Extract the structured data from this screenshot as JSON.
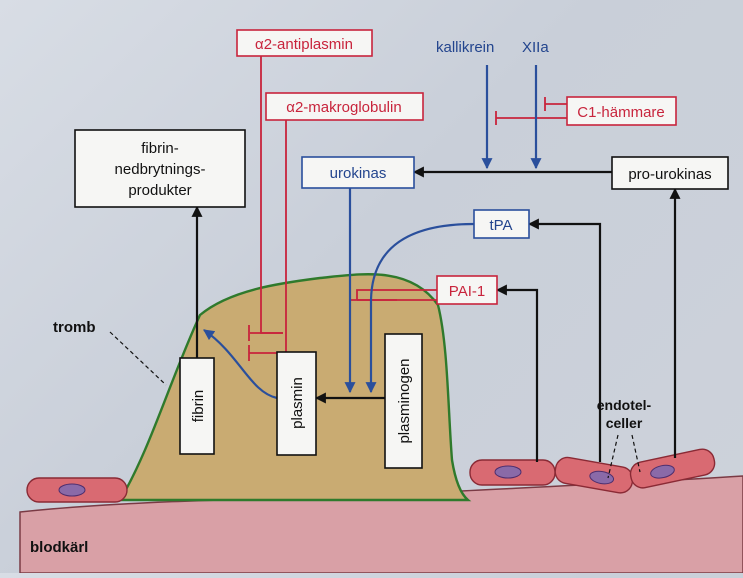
{
  "labels": {
    "a2_antiplasmin": "α2-antiplasmin",
    "a2_makroglobulin": "α2-makroglobulin",
    "kallikrein": "kallikrein",
    "xiia": "XIIa",
    "c1_hammare": "C1-hämmare",
    "fibrin_products_line1": "fibrin-",
    "fibrin_products_line2": "nedbrytnings-",
    "fibrin_products_line3": "produkter",
    "urokinas": "urokinas",
    "pro_urokinas": "pro-urokinas",
    "tpa": "tPA",
    "pai1": "PAI-1",
    "tromb": "tromb",
    "fibrin": "fibrin",
    "plasmin": "plasmin",
    "plasminogen": "plasminogen",
    "endotel_line1": "endotel-",
    "endotel_line2": "celler",
    "blodkarl": "blodkärl"
  },
  "colors": {
    "activator_blue": "#2a4f9c",
    "inhibitor_red": "#c8243c",
    "thrombus_fill": "#c9ab72",
    "thrombus_outline": "#2f7a2c",
    "vessel_wall": "#d9a0a6",
    "cell_fill": "#d96a72"
  }
}
